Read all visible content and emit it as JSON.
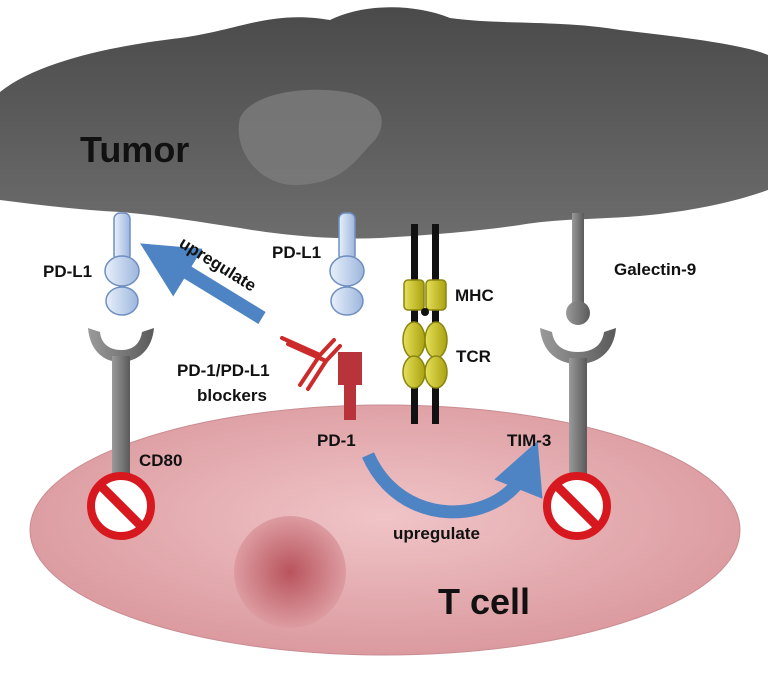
{
  "labels": {
    "tumor": "Tumor",
    "t_cell": "T cell",
    "pd_l1_left": "PD-L1",
    "pd_l1_center": "PD-L1",
    "galectin_9": "Galectin-9",
    "mhc": "MHC",
    "tcr": "TCR",
    "blockers_line1": "PD-1/PD-L1",
    "blockers_line2": "blockers",
    "upregulate_top": "upregulate",
    "upregulate_bottom": "upregulate",
    "cd80": "CD80",
    "pd_1": "PD-1",
    "tim_3": "TIM-3"
  },
  "colors": {
    "tumor_fill": "#5f5f5f",
    "nucleus_tumor": "#7a7a7a",
    "t_cell_fill": "#e3a9ad",
    "t_cell_nucleus": "#c9727a",
    "pd_l1_fill": "#c9d8f0",
    "receptor_gray": "#777777",
    "pd1_red": "#b8343a",
    "antibody_red": "#cc2b2b",
    "mhc_yellow": "#c8c21a",
    "arrow_blue": "#4f84c4",
    "prohibited_red": "#d7191f"
  },
  "icons": {
    "prohibited_left": "prohibited-sign-icon",
    "prohibited_right": "prohibited-sign-icon"
  }
}
